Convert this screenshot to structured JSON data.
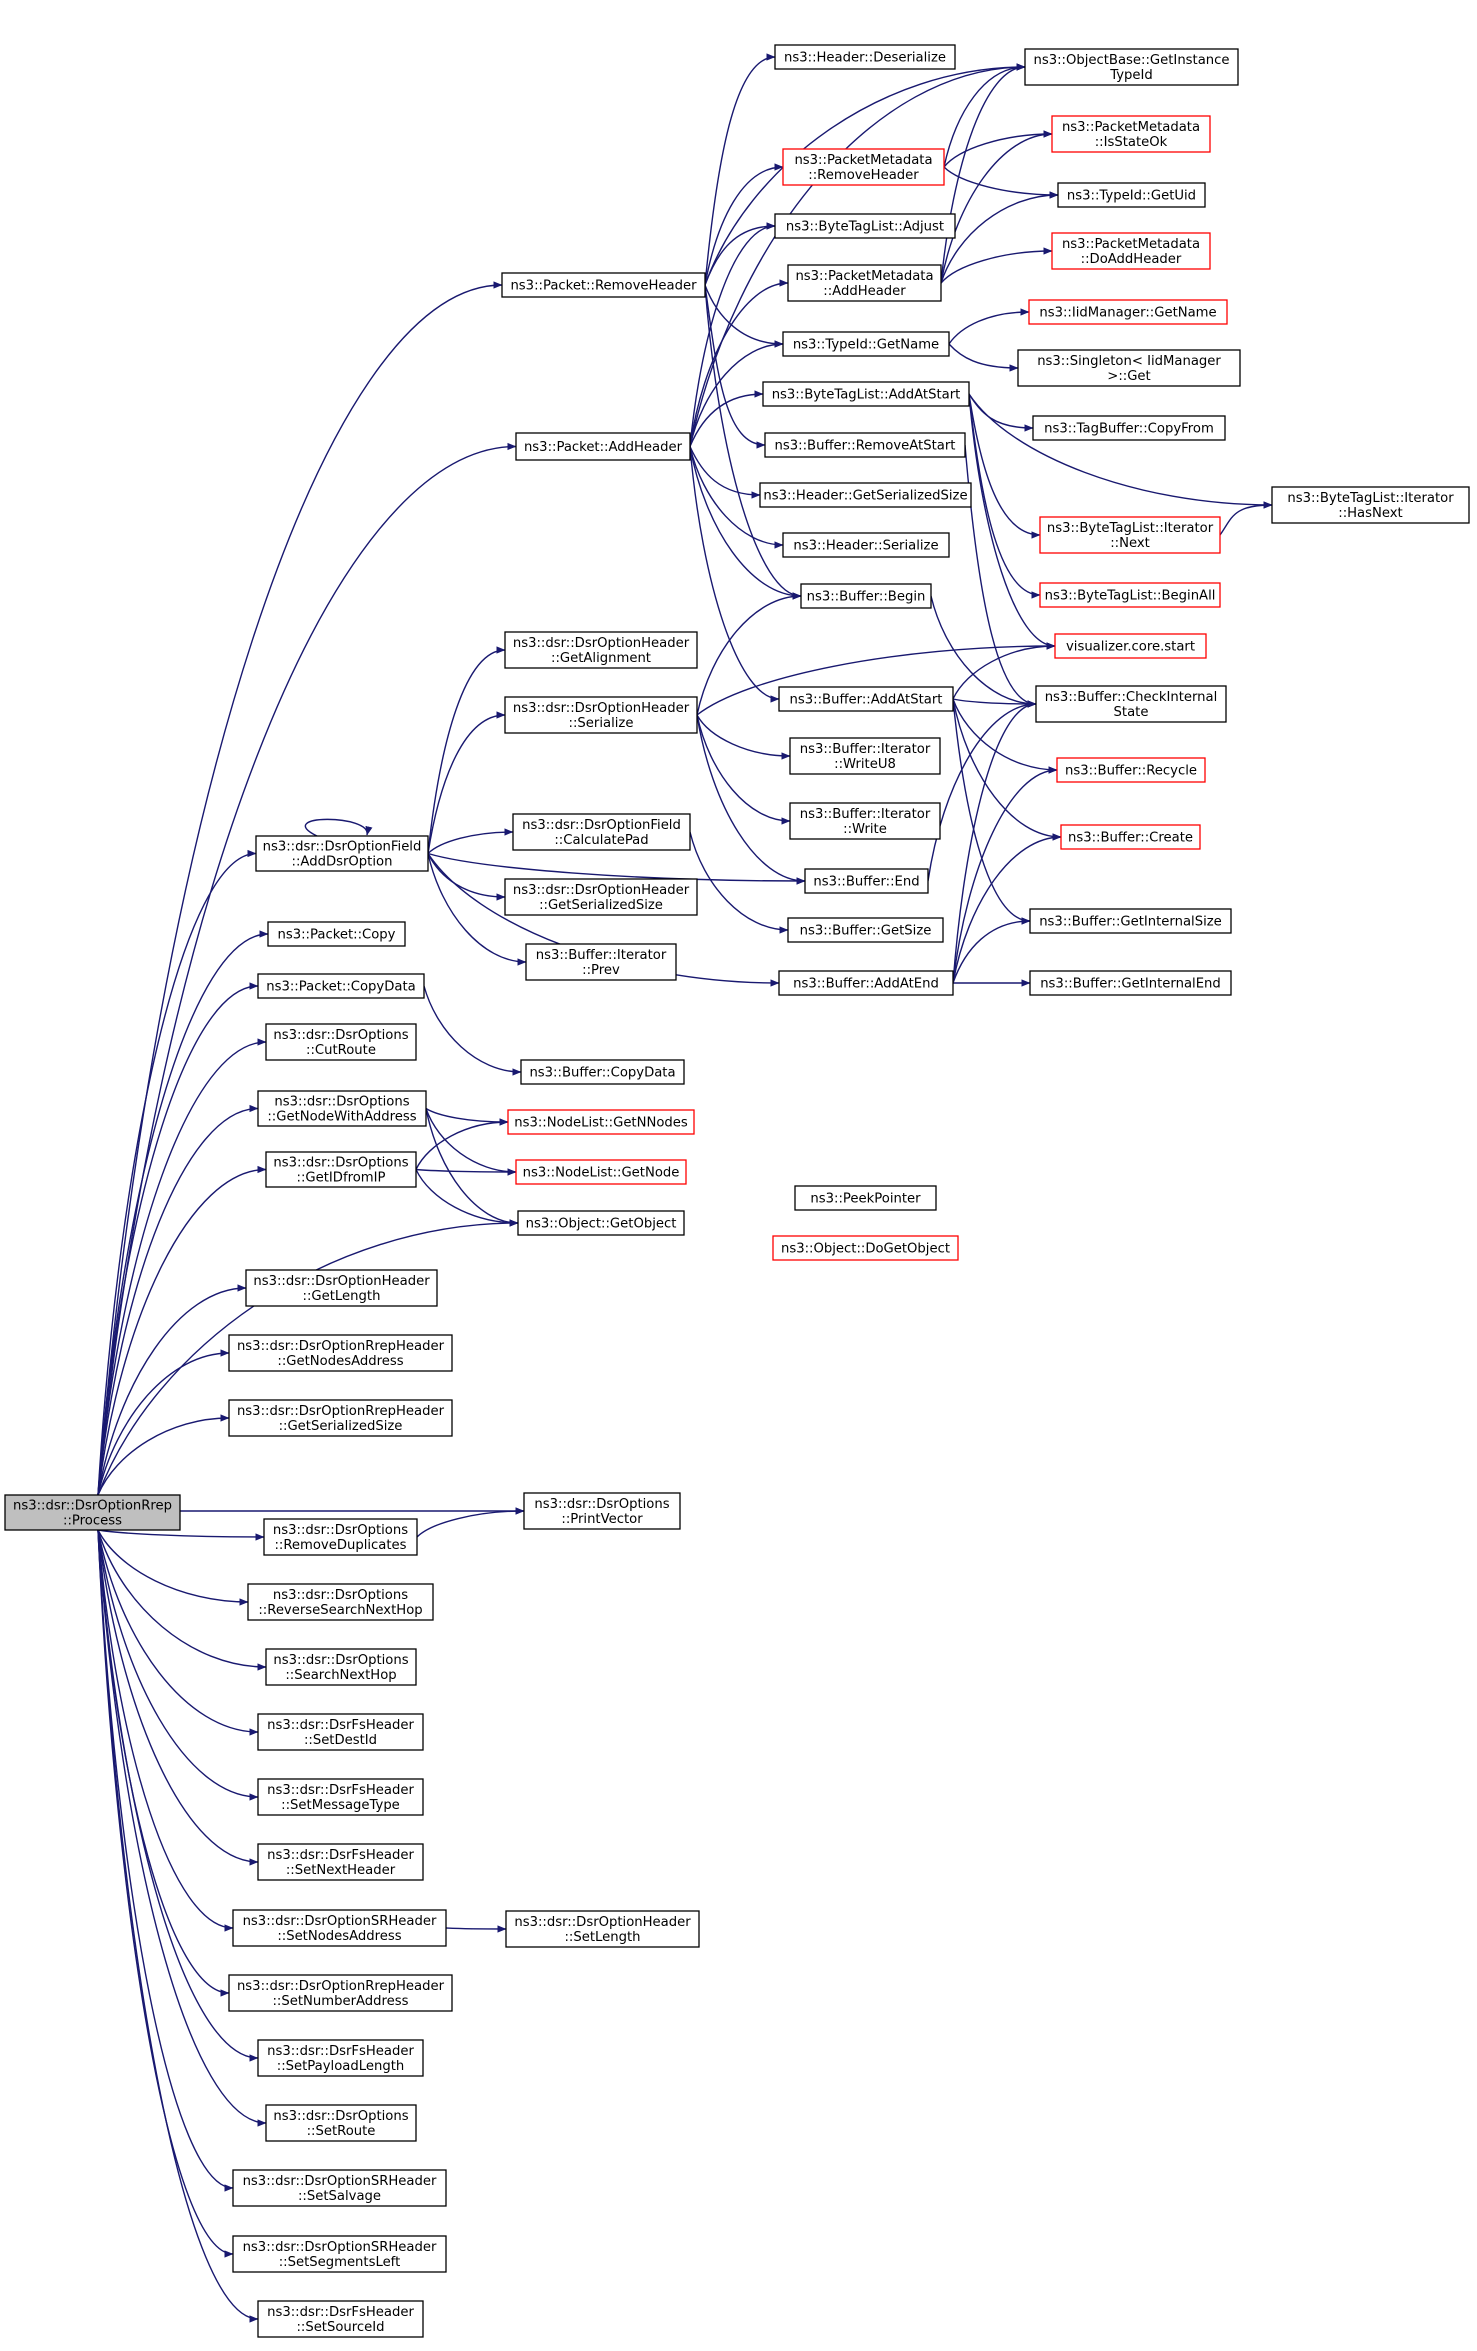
{
  "diagram": {
    "colors": {
      "edge": "#191970",
      "box_border": "#000000",
      "box_border_truncated": "#ff0000",
      "box_fill": "#ffffff",
      "root_fill": "#bfbfbf"
    },
    "nodes": [
      {
        "id": "root",
        "lines": [
          "ns3::dsr::DsrOptionRrep",
          "::Process"
        ],
        "style": "root"
      },
      {
        "id": "pkt_removeheader",
        "lines": [
          "ns3::Packet::RemoveHeader"
        ],
        "style": "normal"
      },
      {
        "id": "pkt_addheader",
        "lines": [
          "ns3::Packet::AddHeader"
        ],
        "style": "normal"
      },
      {
        "id": "addDsrOption",
        "lines": [
          "ns3::dsr::DsrOptionField",
          "::AddDsrOption"
        ],
        "style": "normal"
      },
      {
        "id": "pkt_copy",
        "lines": [
          "ns3::Packet::Copy"
        ],
        "style": "normal"
      },
      {
        "id": "pkt_copydata",
        "lines": [
          "ns3::Packet::CopyData"
        ],
        "style": "normal"
      },
      {
        "id": "cutRoute",
        "lines": [
          "ns3::dsr::DsrOptions",
          "::CutRoute"
        ],
        "style": "normal"
      },
      {
        "id": "getNodeWithAddr",
        "lines": [
          "ns3::dsr::DsrOptions",
          "::GetNodeWithAddress"
        ],
        "style": "normal"
      },
      {
        "id": "getIDfromIP",
        "lines": [
          "ns3::dsr::DsrOptions",
          "::GetIDfromIP"
        ],
        "style": "normal"
      },
      {
        "id": "getLength",
        "lines": [
          "ns3::dsr::DsrOptionHeader",
          "::GetLength"
        ],
        "style": "normal"
      },
      {
        "id": "getNodesAddress",
        "lines": [
          "ns3::dsr::DsrOptionRrepHeader",
          "::GetNodesAddress"
        ],
        "style": "normal"
      },
      {
        "id": "rrepGetSerSize",
        "lines": [
          "ns3::dsr::DsrOptionRrepHeader",
          "::GetSerializedSize"
        ],
        "style": "normal"
      },
      {
        "id": "removeDup",
        "lines": [
          "ns3::dsr::DsrOptions",
          "::RemoveDuplicates"
        ],
        "style": "normal"
      },
      {
        "id": "reverseSearch",
        "lines": [
          "ns3::dsr::DsrOptions",
          "::ReverseSearchNextHop"
        ],
        "style": "normal"
      },
      {
        "id": "searchNextHop",
        "lines": [
          "ns3::dsr::DsrOptions",
          "::SearchNextHop"
        ],
        "style": "normal"
      },
      {
        "id": "setDestId",
        "lines": [
          "ns3::dsr::DsrFsHeader",
          "::SetDestId"
        ],
        "style": "normal"
      },
      {
        "id": "setMessageType",
        "lines": [
          "ns3::dsr::DsrFsHeader",
          "::SetMessageType"
        ],
        "style": "normal"
      },
      {
        "id": "setNextHeader",
        "lines": [
          "ns3::dsr::DsrFsHeader",
          "::SetNextHeader"
        ],
        "style": "normal"
      },
      {
        "id": "setNodesAddress",
        "lines": [
          "ns3::dsr::DsrOptionSRHeader",
          "::SetNodesAddress"
        ],
        "style": "normal"
      },
      {
        "id": "setNumberAddress",
        "lines": [
          "ns3::dsr::DsrOptionRrepHeader",
          "::SetNumberAddress"
        ],
        "style": "normal"
      },
      {
        "id": "setPayloadLength",
        "lines": [
          "ns3::dsr::DsrFsHeader",
          "::SetPayloadLength"
        ],
        "style": "normal"
      },
      {
        "id": "setRoute",
        "lines": [
          "ns3::dsr::DsrOptions",
          "::SetRoute"
        ],
        "style": "normal"
      },
      {
        "id": "setSalvage",
        "lines": [
          "ns3::dsr::DsrOptionSRHeader",
          "::SetSalvage"
        ],
        "style": "normal"
      },
      {
        "id": "setSegmentsLeft",
        "lines": [
          "ns3::dsr::DsrOptionSRHeader",
          "::SetSegmentsLeft"
        ],
        "style": "normal"
      },
      {
        "id": "setSourceId",
        "lines": [
          "ns3::dsr::DsrFsHeader",
          "::SetSourceId"
        ],
        "style": "normal"
      },
      {
        "id": "hdrDeserialize",
        "lines": [
          "ns3::Header::Deserialize"
        ],
        "style": "normal"
      },
      {
        "id": "pmRemoveHeader",
        "lines": [
          "ns3::PacketMetadata",
          "::RemoveHeader"
        ],
        "style": "truncated"
      },
      {
        "id": "btlAdjust",
        "lines": [
          "ns3::ByteTagList::Adjust"
        ],
        "style": "normal"
      },
      {
        "id": "pmAddHeader",
        "lines": [
          "ns3::PacketMetadata",
          "::AddHeader"
        ],
        "style": "normal"
      },
      {
        "id": "typeIdGetName",
        "lines": [
          "ns3::TypeId::GetName"
        ],
        "style": "normal"
      },
      {
        "id": "btlAddAtStart",
        "lines": [
          "ns3::ByteTagList::AddAtStart"
        ],
        "style": "normal"
      },
      {
        "id": "bufRemoveAtStart",
        "lines": [
          "ns3::Buffer::RemoveAtStart"
        ],
        "style": "normal"
      },
      {
        "id": "hdrGetSerSize",
        "lines": [
          "ns3::Header::GetSerializedSize"
        ],
        "style": "normal"
      },
      {
        "id": "hdrSerialize",
        "lines": [
          "ns3::Header::Serialize"
        ],
        "style": "normal"
      },
      {
        "id": "bufBegin",
        "lines": [
          "ns3::Buffer::Begin"
        ],
        "style": "normal"
      },
      {
        "id": "dsrHdrGetAlign",
        "lines": [
          "ns3::dsr::DsrOptionHeader",
          "::GetAlignment"
        ],
        "style": "normal"
      },
      {
        "id": "dsrHdrSerialize",
        "lines": [
          "ns3::dsr::DsrOptionHeader",
          "::Serialize"
        ],
        "style": "normal"
      },
      {
        "id": "bufAddAtStart",
        "lines": [
          "ns3::Buffer::AddAtStart"
        ],
        "style": "normal"
      },
      {
        "id": "bufIterWriteU8",
        "lines": [
          "ns3::Buffer::Iterator",
          "::WriteU8"
        ],
        "style": "normal"
      },
      {
        "id": "bufIterWrite",
        "lines": [
          "ns3::Buffer::Iterator",
          "::Write"
        ],
        "style": "normal"
      },
      {
        "id": "calcPad",
        "lines": [
          "ns3::dsr::DsrOptionField",
          "::CalculatePad"
        ],
        "style": "normal"
      },
      {
        "id": "bufEnd",
        "lines": [
          "ns3::Buffer::End"
        ],
        "style": "normal"
      },
      {
        "id": "dsrHdrGetSerSize",
        "lines": [
          "ns3::dsr::DsrOptionHeader",
          "::GetSerializedSize"
        ],
        "style": "normal"
      },
      {
        "id": "bufGetSize",
        "lines": [
          "ns3::Buffer::GetSize"
        ],
        "style": "normal"
      },
      {
        "id": "bufIterPrev",
        "lines": [
          "ns3::Buffer::Iterator",
          "::Prev"
        ],
        "style": "normal"
      },
      {
        "id": "bufAddAtEnd",
        "lines": [
          "ns3::Buffer::AddAtEnd"
        ],
        "style": "normal"
      },
      {
        "id": "bufCopyData",
        "lines": [
          "ns3::Buffer::CopyData"
        ],
        "style": "normal"
      },
      {
        "id": "nlGetNNodes",
        "lines": [
          "ns3::NodeList::GetNNodes"
        ],
        "style": "truncated"
      },
      {
        "id": "nlGetNode",
        "lines": [
          "ns3::NodeList::GetNode"
        ],
        "style": "truncated"
      },
      {
        "id": "objGetObject",
        "lines": [
          "ns3::Object::GetObject"
        ],
        "style": "normal"
      },
      {
        "id": "peekPointer",
        "lines": [
          "ns3::PeekPointer"
        ],
        "style": "normal"
      },
      {
        "id": "objDoGetObject",
        "lines": [
          "ns3::Object::DoGetObject"
        ],
        "style": "truncated"
      },
      {
        "id": "printVector",
        "lines": [
          "ns3::dsr::DsrOptions",
          "::PrintVector"
        ],
        "style": "normal"
      },
      {
        "id": "setLength",
        "lines": [
          "ns3::dsr::DsrOptionHeader",
          "::SetLength"
        ],
        "style": "normal"
      },
      {
        "id": "objBaseGetInst",
        "lines": [
          "ns3::ObjectBase::GetInstance",
          "TypeId"
        ],
        "style": "normal"
      },
      {
        "id": "pmIsStateOk",
        "lines": [
          "ns3::PacketMetadata",
          "::IsStateOk"
        ],
        "style": "truncated"
      },
      {
        "id": "typeIdGetUid",
        "lines": [
          "ns3::TypeId::GetUid"
        ],
        "style": "normal"
      },
      {
        "id": "pmDoAddHeader",
        "lines": [
          "ns3::PacketMetadata",
          "::DoAddHeader"
        ],
        "style": "truncated"
      },
      {
        "id": "iidGetName",
        "lines": [
          "ns3::IidManager::GetName"
        ],
        "style": "truncated"
      },
      {
        "id": "singletonGet",
        "lines": [
          "ns3::Singleton< IidManager",
          ">::Get"
        ],
        "style": "normal"
      },
      {
        "id": "tagBufCopyFrom",
        "lines": [
          "ns3::TagBuffer::CopyFrom"
        ],
        "style": "normal"
      },
      {
        "id": "btlIterNext",
        "lines": [
          "ns3::ByteTagList::Iterator",
          "::Next"
        ],
        "style": "truncated"
      },
      {
        "id": "btlIterHasNext",
        "lines": [
          "ns3::ByteTagList::Iterator",
          "::HasNext"
        ],
        "style": "normal"
      },
      {
        "id": "btlBeginAll",
        "lines": [
          "ns3::ByteTagList::BeginAll"
        ],
        "style": "truncated"
      },
      {
        "id": "vizStart",
        "lines": [
          "visualizer.core.start"
        ],
        "style": "truncated"
      },
      {
        "id": "bufCheckInternal",
        "lines": [
          "ns3::Buffer::CheckInternal",
          "State"
        ],
        "style": "normal"
      },
      {
        "id": "bufRecycle",
        "lines": [
          "ns3::Buffer::Recycle"
        ],
        "style": "truncated"
      },
      {
        "id": "bufCreate",
        "lines": [
          "ns3::Buffer::Create"
        ],
        "style": "truncated"
      },
      {
        "id": "bufGetInternalSize",
        "lines": [
          "ns3::Buffer::GetInternalSize"
        ],
        "style": "normal"
      },
      {
        "id": "bufGetInternalEnd",
        "lines": [
          "ns3::Buffer::GetInternalEnd"
        ],
        "style": "normal"
      }
    ],
    "edges": [
      [
        "root",
        "pkt_removeheader"
      ],
      [
        "root",
        "pkt_addheader"
      ],
      [
        "root",
        "addDsrOption"
      ],
      [
        "root",
        "pkt_copy"
      ],
      [
        "root",
        "pkt_copydata"
      ],
      [
        "root",
        "cutRoute"
      ],
      [
        "root",
        "getNodeWithAddr"
      ],
      [
        "root",
        "getIDfromIP"
      ],
      [
        "root",
        "objGetObject"
      ],
      [
        "root",
        "getLength"
      ],
      [
        "root",
        "getNodesAddress"
      ],
      [
        "root",
        "rrepGetSerSize"
      ],
      [
        "root",
        "printVector"
      ],
      [
        "root",
        "removeDup"
      ],
      [
        "root",
        "reverseSearch"
      ],
      [
        "root",
        "searchNextHop"
      ],
      [
        "root",
        "setDestId"
      ],
      [
        "root",
        "setMessageType"
      ],
      [
        "root",
        "setNextHeader"
      ],
      [
        "root",
        "setNodesAddress"
      ],
      [
        "root",
        "setNumberAddress"
      ],
      [
        "root",
        "setPayloadLength"
      ],
      [
        "root",
        "setRoute"
      ],
      [
        "root",
        "setSalvage"
      ],
      [
        "root",
        "setSegmentsLeft"
      ],
      [
        "root",
        "setSourceId"
      ],
      [
        "pkt_removeheader",
        "hdrDeserialize"
      ],
      [
        "pkt_removeheader",
        "objBaseGetInst"
      ],
      [
        "pkt_removeheader",
        "pmRemoveHeader"
      ],
      [
        "pkt_removeheader",
        "btlAdjust"
      ],
      [
        "pkt_removeheader",
        "typeIdGetName"
      ],
      [
        "pkt_removeheader",
        "bufRemoveAtStart"
      ],
      [
        "pkt_removeheader",
        "bufBegin"
      ],
      [
        "pkt_addheader",
        "objBaseGetInst"
      ],
      [
        "pkt_addheader",
        "btlAdjust"
      ],
      [
        "pkt_addheader",
        "pmAddHeader"
      ],
      [
        "pkt_addheader",
        "typeIdGetName"
      ],
      [
        "pkt_addheader",
        "btlAddAtStart"
      ],
      [
        "pkt_addheader",
        "hdrGetSerSize"
      ],
      [
        "pkt_addheader",
        "hdrSerialize"
      ],
      [
        "pkt_addheader",
        "bufBegin"
      ],
      [
        "pkt_addheader",
        "bufAddAtStart"
      ],
      [
        "addDsrOption",
        "addDsrOption"
      ],
      [
        "addDsrOption",
        "dsrHdrGetAlign"
      ],
      [
        "addDsrOption",
        "dsrHdrSerialize"
      ],
      [
        "addDsrOption",
        "calcPad"
      ],
      [
        "addDsrOption",
        "bufEnd"
      ],
      [
        "addDsrOption",
        "dsrHdrGetSerSize"
      ],
      [
        "addDsrOption",
        "bufIterPrev"
      ],
      [
        "addDsrOption",
        "bufAddAtEnd"
      ],
      [
        "pkt_copydata",
        "bufCopyData"
      ],
      [
        "getNodeWithAddr",
        "nlGetNNodes"
      ],
      [
        "getNodeWithAddr",
        "nlGetNode"
      ],
      [
        "getNodeWithAddr",
        "objGetObject"
      ],
      [
        "getIDfromIP",
        "nlGetNNodes"
      ],
      [
        "getIDfromIP",
        "nlGetNode"
      ],
      [
        "getIDfromIP",
        "objGetObject"
      ],
      [
        "removeDup",
        "printVector"
      ],
      [
        "setNodesAddress",
        "setLength"
      ],
      [
        "dsrHdrSerialize",
        "bufBegin"
      ],
      [
        "dsrHdrSerialize",
        "vizStart"
      ],
      [
        "dsrHdrSerialize",
        "bufIterWriteU8"
      ],
      [
        "dsrHdrSerialize",
        "bufIterWrite"
      ],
      [
        "dsrHdrSerialize",
        "bufEnd"
      ],
      [
        "calcPad",
        "bufGetSize"
      ],
      [
        "pmRemoveHeader",
        "pmIsStateOk"
      ],
      [
        "pmRemoveHeader",
        "objBaseGetInst"
      ],
      [
        "pmRemoveHeader",
        "typeIdGetUid"
      ],
      [
        "pmAddHeader",
        "objBaseGetInst"
      ],
      [
        "pmAddHeader",
        "pmIsStateOk"
      ],
      [
        "pmAddHeader",
        "typeIdGetUid"
      ],
      [
        "pmAddHeader",
        "pmDoAddHeader"
      ],
      [
        "typeIdGetName",
        "iidGetName"
      ],
      [
        "typeIdGetName",
        "singletonGet"
      ],
      [
        "btlAddAtStart",
        "tagBufCopyFrom"
      ],
      [
        "btlAddAtStart",
        "btlIterHasNext"
      ],
      [
        "btlAddAtStart",
        "btlIterNext"
      ],
      [
        "btlAddAtStart",
        "btlBeginAll"
      ],
      [
        "btlAddAtStart",
        "vizStart"
      ],
      [
        "bufRemoveAtStart",
        "bufCheckInternal"
      ],
      [
        "bufBegin",
        "bufCheckInternal"
      ],
      [
        "bufAddAtStart",
        "vizStart"
      ],
      [
        "bufAddAtStart",
        "bufCheckInternal"
      ],
      [
        "bufAddAtStart",
        "bufRecycle"
      ],
      [
        "bufAddAtStart",
        "bufCreate"
      ],
      [
        "bufAddAtStart",
        "bufGetInternalSize"
      ],
      [
        "bufEnd",
        "bufCheckInternal"
      ],
      [
        "bufAddAtEnd",
        "bufCheckInternal"
      ],
      [
        "bufAddAtEnd",
        "bufRecycle"
      ],
      [
        "bufAddAtEnd",
        "bufCreate"
      ],
      [
        "bufAddAtEnd",
        "bufGetInternalSize"
      ],
      [
        "bufAddAtEnd",
        "bufGetInternalEnd"
      ],
      [
        "btlIterNext",
        "btlIterHasNext"
      ]
    ]
  }
}
